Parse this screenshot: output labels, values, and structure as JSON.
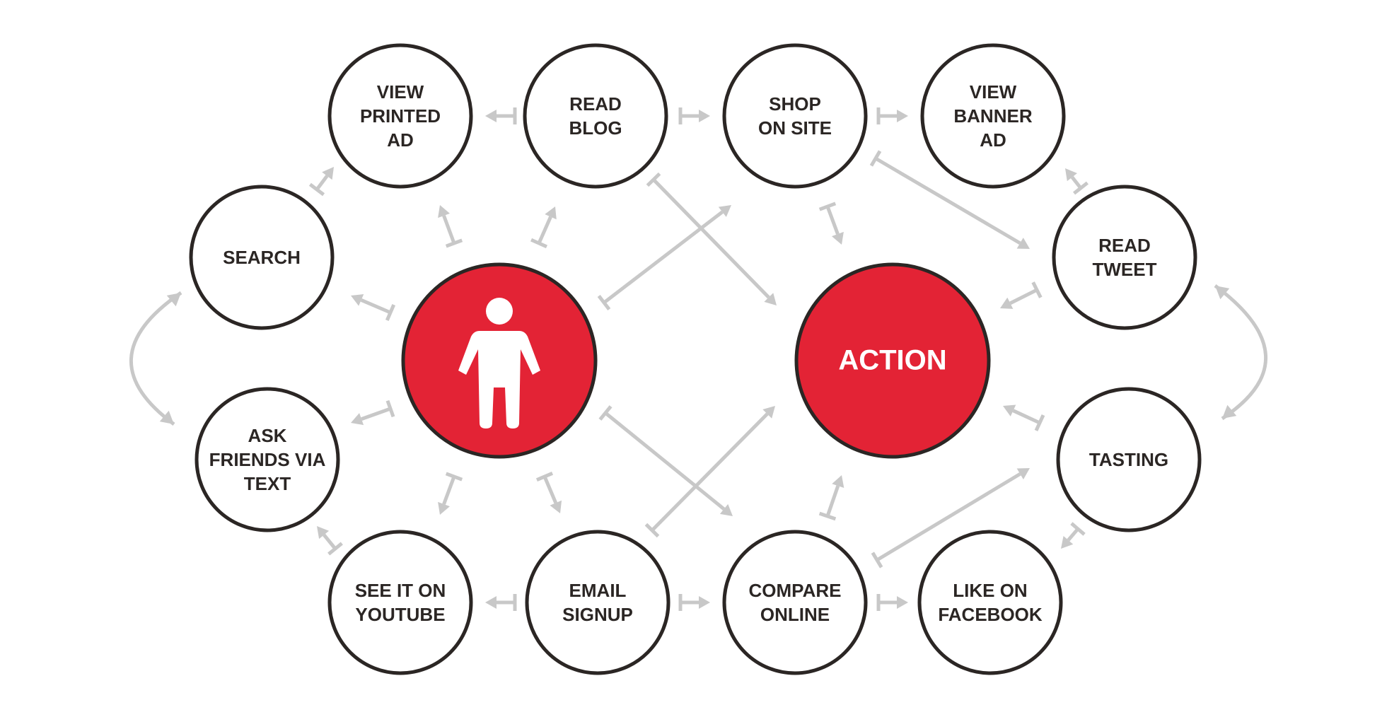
{
  "colors": {
    "node_stroke": "#2b2624",
    "accent_red": "#e32335",
    "arrow_gray": "#c8c8c8",
    "text_dark": "#2b2624",
    "text_light": "#ffffff"
  },
  "center": {
    "person_icon": "person-icon",
    "action_label": "ACTION"
  },
  "nodes": [
    {
      "id": "view-printed-ad",
      "lines": [
        "VIEW",
        "PRINTED",
        "AD"
      ]
    },
    {
      "id": "read-blog",
      "lines": [
        "READ",
        "BLOG"
      ]
    },
    {
      "id": "shop-on-site",
      "lines": [
        "SHOP",
        "ON SITE"
      ]
    },
    {
      "id": "view-banner-ad",
      "lines": [
        "VIEW",
        "BANNER",
        "AD"
      ]
    },
    {
      "id": "search",
      "lines": [
        "SEARCH"
      ]
    },
    {
      "id": "read-tweet",
      "lines": [
        "READ",
        "TWEET"
      ]
    },
    {
      "id": "ask-friends-via-text",
      "lines": [
        "ASK",
        "FRIENDS VIA",
        "TEXT"
      ]
    },
    {
      "id": "tasting",
      "lines": [
        "TASTING"
      ]
    },
    {
      "id": "see-it-on-youtube",
      "lines": [
        "SEE IT ON",
        "YOUTUBE"
      ]
    },
    {
      "id": "email-signup",
      "lines": [
        "EMAIL",
        "SIGNUP"
      ]
    },
    {
      "id": "compare-online",
      "lines": [
        "COMPARE",
        "ONLINE"
      ]
    },
    {
      "id": "like-on-facebook",
      "lines": [
        "LIKE ON",
        "FACEBOOK"
      ]
    }
  ]
}
